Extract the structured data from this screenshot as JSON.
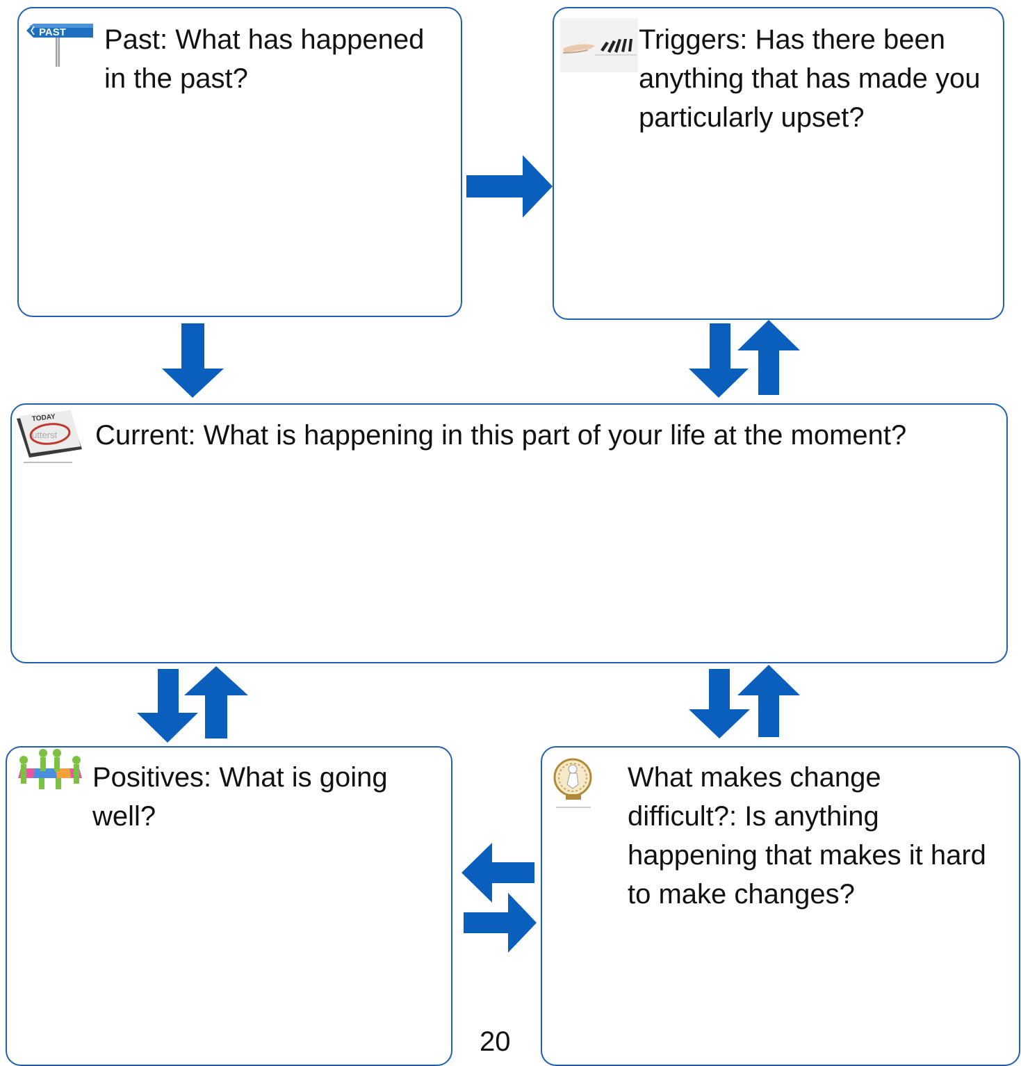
{
  "boxes": {
    "past": {
      "text": "Past: What has happened in the past?",
      "icon_label": "PAST",
      "icon": "past-signpost-icon"
    },
    "triggers": {
      "text": "Triggers: Has there been anything that has made you particularly upset?",
      "icon": "domino-push-icon"
    },
    "current": {
      "text": "Current: What is happening in this part of your life at the moment?",
      "icon": "today-calendar-icon"
    },
    "positives": {
      "text": "Positives: What is going well?",
      "icon": "team-puzzle-icon"
    },
    "difficult": {
      "text": "What makes change difficult?: Is anything happening that makes it hard to make changes?",
      "icon": "hamster-wheel-icon"
    }
  },
  "page_number": "20",
  "colors": {
    "arrow": "#0a5fbd",
    "border": "#1f5fb0"
  }
}
